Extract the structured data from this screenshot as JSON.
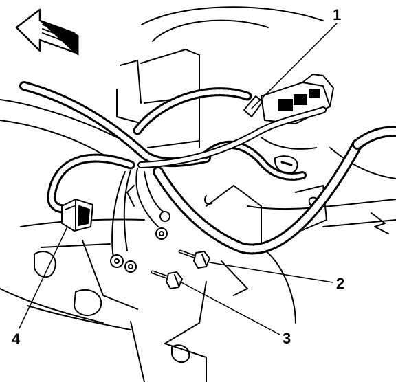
{
  "diagram": {
    "callouts": [
      {
        "id": "1",
        "label": "1"
      },
      {
        "id": "2",
        "label": "2"
      },
      {
        "id": "3",
        "label": "3"
      },
      {
        "id": "4",
        "label": "4"
      }
    ],
    "forward_arrow": "direction-arrow-icon",
    "colors": {
      "ink": "#000000",
      "paper": "#ffffff"
    }
  }
}
